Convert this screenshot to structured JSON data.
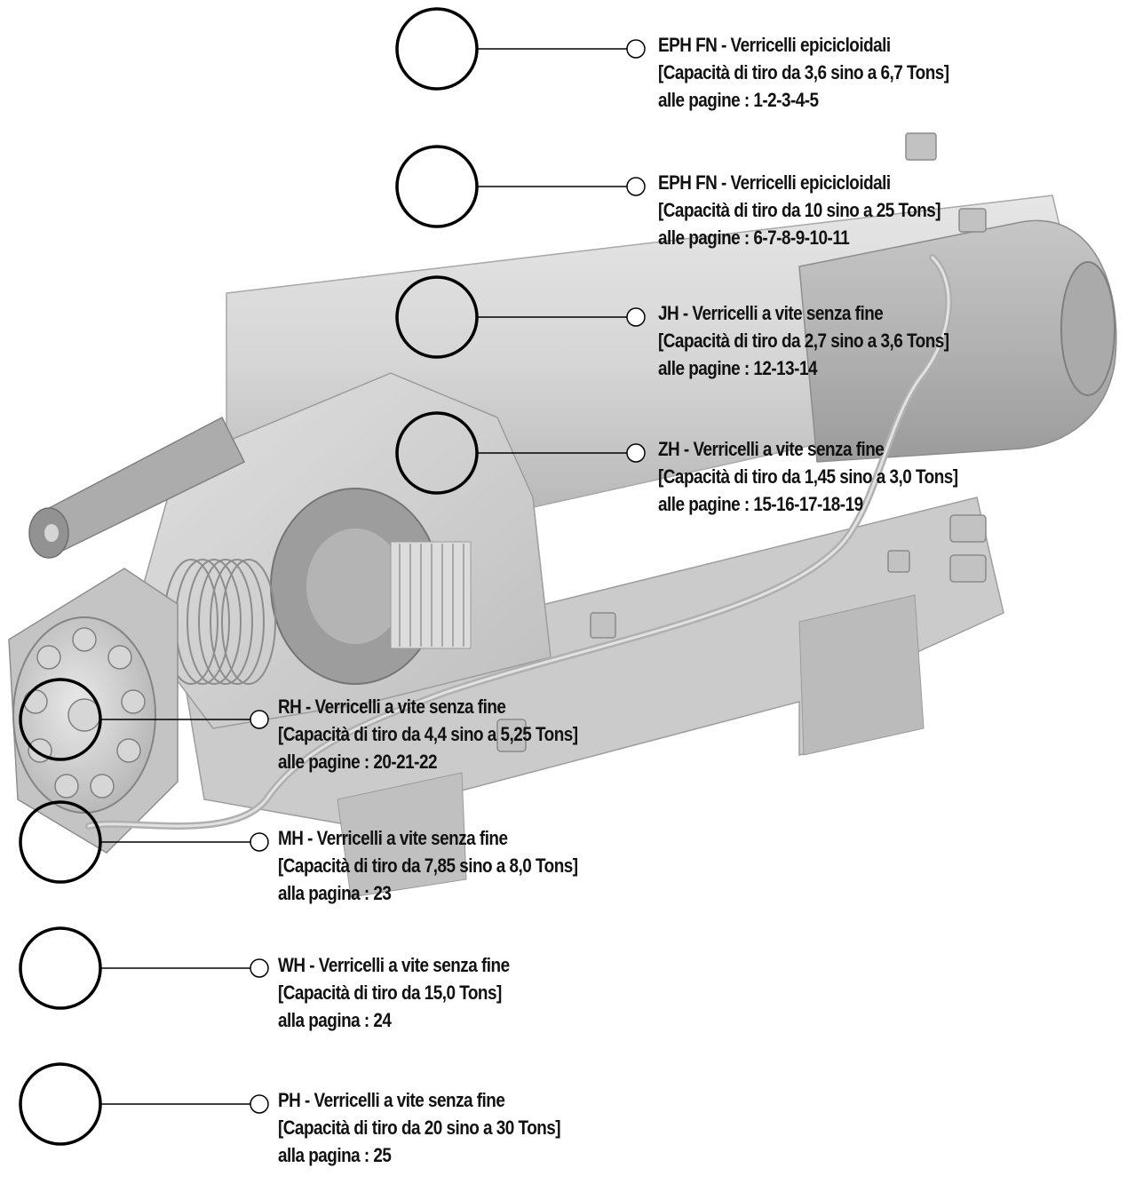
{
  "illustration": {
    "name": "winch-illustration",
    "colors": {
      "body_light": "#d8d8d8",
      "body_mid": "#bdbdbd",
      "body_dark": "#9a9a9a",
      "body_shadow": "#7c7c7c",
      "outline": "#6e6e6e"
    }
  },
  "colors": {
    "text": "#111111",
    "line": "#000000"
  },
  "products": [
    {
      "title": "EPH FN - Verricelli epicicloidali",
      "capacity": "[Capacità di tiro da 3,6 sino a 6,7 Tons]",
      "pages": "alle pagine : 1-2-3-4-5"
    },
    {
      "title": "EPH FN - Verricelli epicicloidali",
      "capacity": "[Capacità di tiro da 10 sino a 25 Tons]",
      "pages": "alle pagine : 6-7-8-9-10-11"
    },
    {
      "title": "JH - Verricelli a vite senza fine",
      "capacity": "[Capacità di tiro da 2,7 sino a 3,6 Tons]",
      "pages": "alle pagine : 12-13-14"
    },
    {
      "title": "ZH - Verricelli a vite senza fine",
      "capacity": "[Capacità di tiro da 1,45 sino a 3,0 Tons]",
      "pages": "alle pagine : 15-16-17-18-19"
    },
    {
      "title": "RH - Verricelli a vite senza fine",
      "capacity": "[Capacità di tiro da 4,4 sino a 5,25 Tons]",
      "pages": "alle pagine : 20-21-22"
    },
    {
      "title": "MH - Verricelli a vite senza fine",
      "capacity": "[Capacità di tiro da 7,85 sino a 8,0 Tons]",
      "pages": "alla pagina : 23"
    },
    {
      "title": "WH - Verricelli a vite senza fine",
      "capacity": "[Capacità di tiro da 15,0 Tons]",
      "pages": "alla pagina : 24"
    },
    {
      "title": "PH - Verricelli a vite senza fine",
      "capacity": "[Capacità di tiro da 20 sino a 30 Tons]",
      "pages": "alla pagina : 25"
    }
  ]
}
